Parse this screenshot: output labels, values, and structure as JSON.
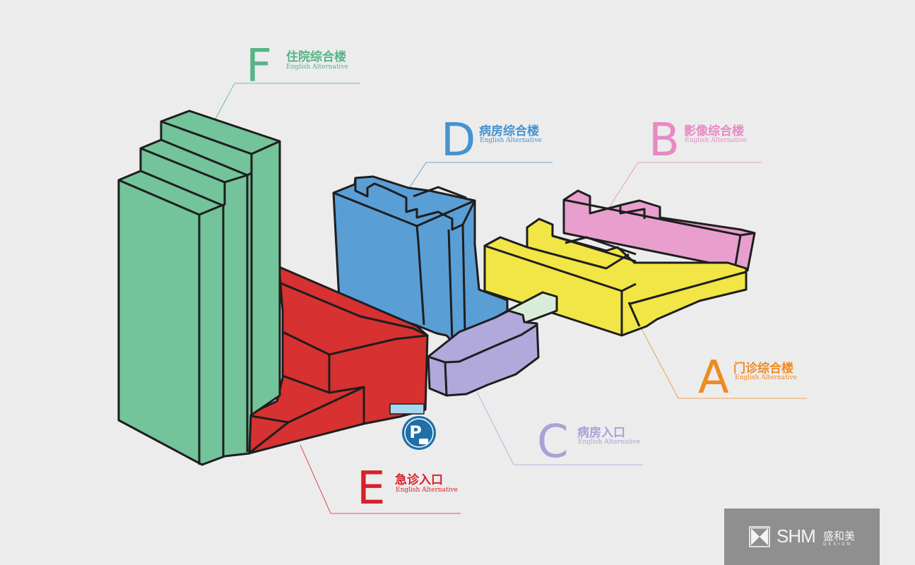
{
  "colors": {
    "F": "#73c39b",
    "D": "#5a9ed6",
    "B": "#e89fcd",
    "A": "#f1e645",
    "C": "#b1a8db",
    "E": "#d73131",
    "F_text": "#56b485",
    "D_text": "#4593d0",
    "B_text": "#e888c4",
    "A_text": "#ef8b22",
    "C_text": "#ae9fd8",
    "E_text": "#d82127",
    "outline": "#1e1e1e",
    "corridor": "#d9ecd9",
    "window": "#a8d8ef",
    "parking": "#1f6fa8"
  },
  "buildings": {
    "F": {
      "letter": "F",
      "name": "住院综合楼",
      "english": "English Alternative"
    },
    "D": {
      "letter": "D",
      "name": "病房综合楼",
      "english": "English Alternative"
    },
    "B": {
      "letter": "B",
      "name": "影像综合楼",
      "english": "English Alternative"
    },
    "A": {
      "letter": "A",
      "name": "门诊综合楼",
      "english": "English Alternative"
    },
    "C": {
      "letter": "C",
      "name": "病房入口",
      "english": "English Alternative"
    },
    "E": {
      "letter": "E",
      "name": "急诊入口",
      "english": "English Alternative"
    }
  },
  "parking": {
    "icon": "parking-icon",
    "letter": "P"
  },
  "watermark": {
    "brand": "SHM",
    "brand_cn": "盛和美",
    "sub": "DESIGN"
  }
}
